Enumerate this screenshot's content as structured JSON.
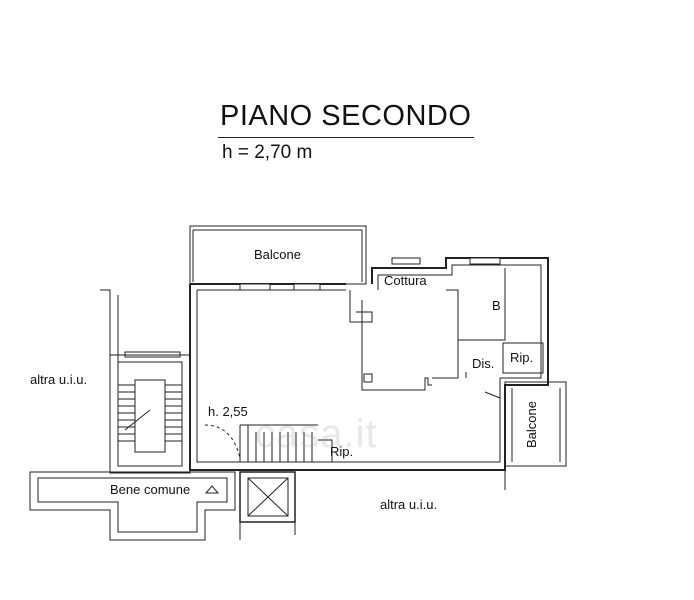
{
  "title": "PIANO SECONDO",
  "height_note": "h = 2,70 m",
  "rooms": {
    "balcone_top": "Balcone",
    "cottura": "Cottura",
    "bagno": "B",
    "disimpegno": "Dis.",
    "ripostiglio_1": "Rip.",
    "ripostiglio_2": "Rip.",
    "balcone_right": "Balcone",
    "altra_uiu_left": "altra u.i.u.",
    "altra_uiu_bottom": "altra u.i.u.",
    "bene_comune": "Bene comune",
    "stair_height": "h. 2,55"
  },
  "watermark": "casa.it"
}
